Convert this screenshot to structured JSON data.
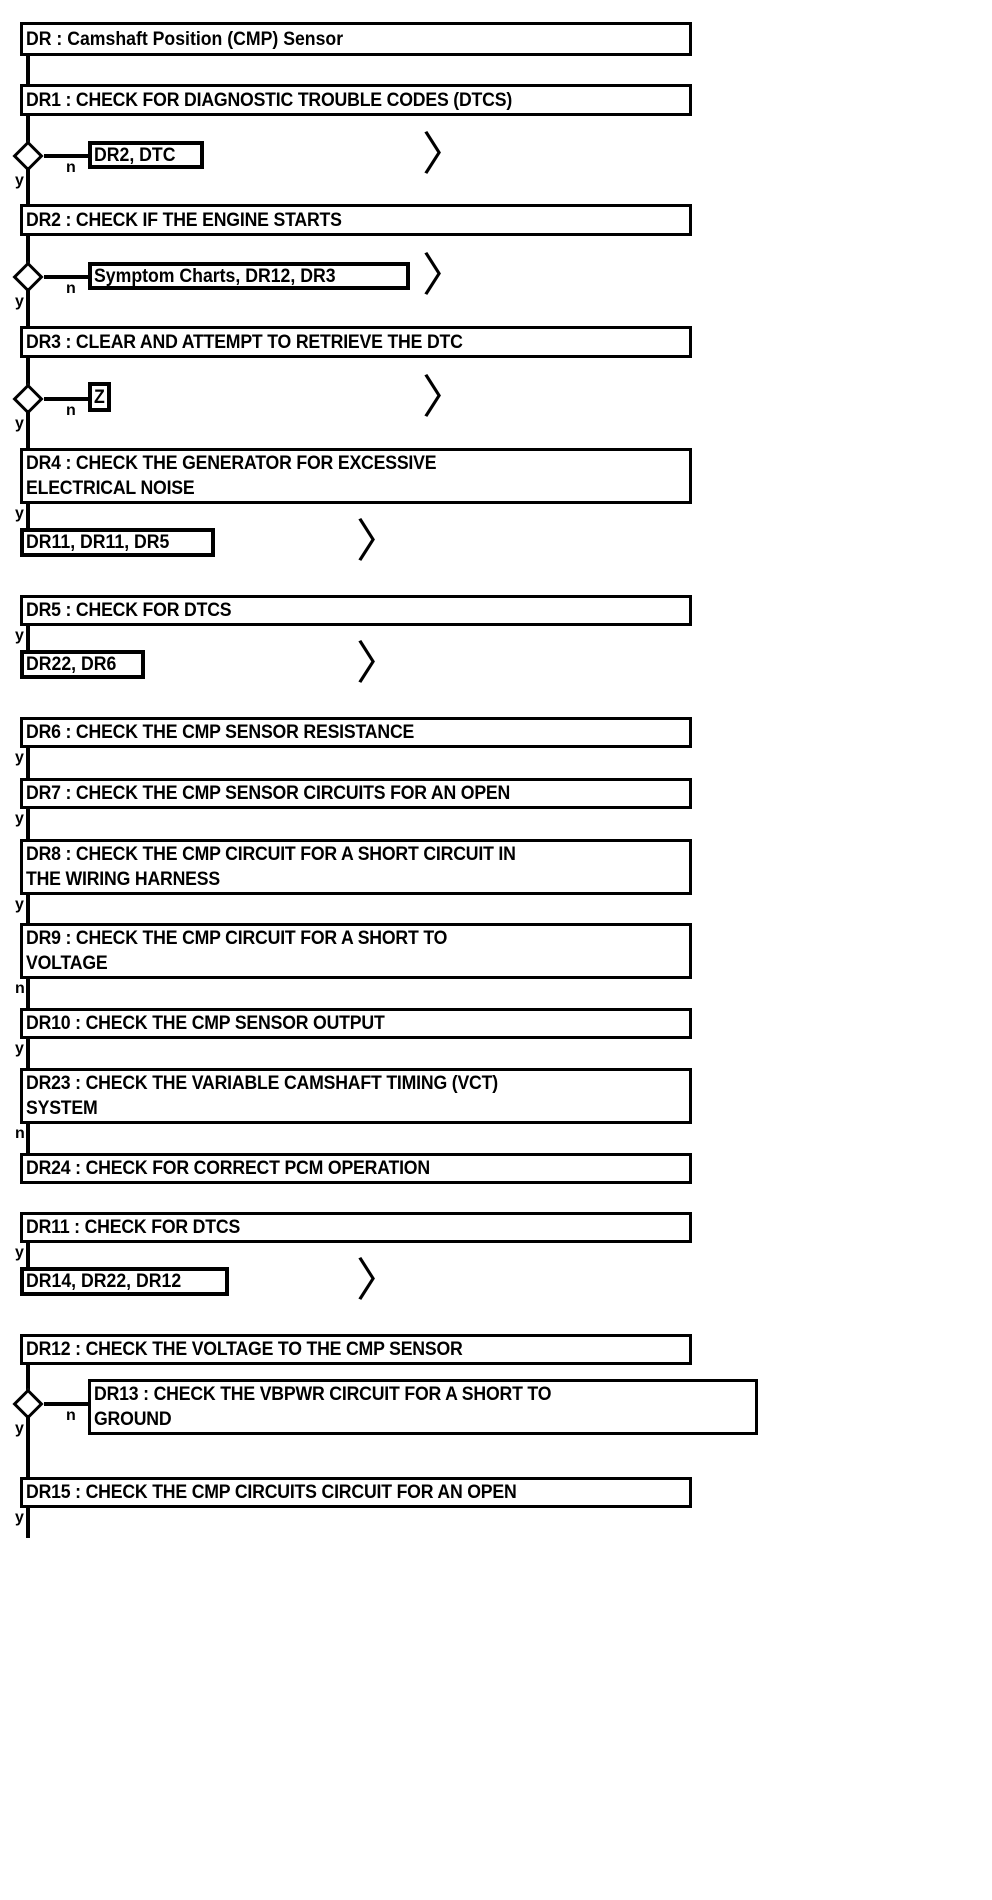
{
  "diagram": {
    "title": "DR : Camshaft Position (CMP) Sensor",
    "type": "flowchart",
    "colors": {
      "stroke": "#000000",
      "fill": "#ffffff",
      "text": "#000000"
    },
    "nodes": [
      {
        "id": "DR",
        "label": "DR : Camshaft Position (CMP) Sensor",
        "kind": "title"
      },
      {
        "id": "DR1",
        "label": "DR1 : CHECK FOR DIAGNOSTIC TROUBLE CODES (DTCS)",
        "kind": "step"
      },
      {
        "id": "DR2",
        "label": "DR2 : CHECK IF THE ENGINE STARTS",
        "kind": "step"
      },
      {
        "id": "DR3",
        "label": "DR3 : CLEAR AND ATTEMPT TO RETRIEVE THE DTC",
        "kind": "step"
      },
      {
        "id": "DR4",
        "label": "DR4 : CHECK THE GENERATOR FOR EXCESSIVE\nELECTRICAL NOISE",
        "kind": "step"
      },
      {
        "id": "DR5",
        "label": "DR5 : CHECK FOR DTCS",
        "kind": "step"
      },
      {
        "id": "DR6",
        "label": "DR6 : CHECK THE CMP SENSOR RESISTANCE",
        "kind": "step"
      },
      {
        "id": "DR7",
        "label": "DR7 : CHECK THE CMP SENSOR CIRCUITS FOR AN OPEN",
        "kind": "step"
      },
      {
        "id": "DR8",
        "label": "DR8 : CHECK THE CMP CIRCUIT FOR A SHORT CIRCUIT IN\nTHE WIRING HARNESS",
        "kind": "step"
      },
      {
        "id": "DR9",
        "label": "DR9 : CHECK THE CMP CIRCUIT FOR A SHORT TO\nVOLTAGE",
        "kind": "step"
      },
      {
        "id": "DR10",
        "label": "DR10 : CHECK THE CMP SENSOR OUTPUT",
        "kind": "step"
      },
      {
        "id": "DR23",
        "label": "DR23 : CHECK THE VARIABLE CAMSHAFT TIMING (VCT)\nSYSTEM",
        "kind": "step"
      },
      {
        "id": "DR24",
        "label": "DR24 : CHECK FOR CORRECT PCM OPERATION",
        "kind": "step"
      },
      {
        "id": "DR11",
        "label": "DR11 : CHECK FOR DTCS",
        "kind": "step"
      },
      {
        "id": "DR12",
        "label": "DR12 : CHECK THE VOLTAGE TO THE CMP SENSOR",
        "kind": "step"
      },
      {
        "id": "DR13",
        "label": "DR13 : CHECK THE VBPWR CIRCUIT FOR A SHORT TO\nGROUND",
        "kind": "step"
      },
      {
        "id": "DR15",
        "label": "DR15 : CHECK THE CMP CIRCUITS CIRCUIT FOR AN OPEN",
        "kind": "step"
      }
    ],
    "goto_refs": [
      {
        "id": "g1",
        "label": "DR2, DTC"
      },
      {
        "id": "g2",
        "label": "Symptom Charts, DR12, DR3"
      },
      {
        "id": "g3",
        "label": "Z"
      },
      {
        "id": "g4",
        "label": "DR11, DR11, DR5"
      },
      {
        "id": "g5",
        "label": "DR22, DR6"
      },
      {
        "id": "g6",
        "label": "DR14, DR22, DR12"
      }
    ],
    "edge_labels": {
      "yes": "y",
      "no": "n"
    },
    "edges": [
      {
        "from": "DR1",
        "branch": "n",
        "to": "g1"
      },
      {
        "from": "DR1",
        "branch": "y",
        "to": "DR2"
      },
      {
        "from": "DR2",
        "branch": "n",
        "to": "g2"
      },
      {
        "from": "DR2",
        "branch": "y",
        "to": "DR3"
      },
      {
        "from": "DR3",
        "branch": "n",
        "to": "g3"
      },
      {
        "from": "DR3",
        "branch": "y",
        "to": "DR4"
      },
      {
        "from": "DR4",
        "branch": "y",
        "to": "g4"
      },
      {
        "from": "DR5",
        "branch": "y",
        "to": "g5"
      },
      {
        "from": "DR6",
        "branch": "y",
        "to": "DR7"
      },
      {
        "from": "DR7",
        "branch": "y",
        "to": "DR8"
      },
      {
        "from": "DR8",
        "branch": "y",
        "to": "DR9"
      },
      {
        "from": "DR9",
        "branch": "n",
        "to": "DR10"
      },
      {
        "from": "DR10",
        "branch": "y",
        "to": "DR23"
      },
      {
        "from": "DR23",
        "branch": "n",
        "to": "DR24"
      },
      {
        "from": "DR11",
        "branch": "y",
        "to": "g6"
      },
      {
        "from": "DR12",
        "branch": "n",
        "to": "DR13"
      },
      {
        "from": "DR12",
        "branch": "y",
        "to": "DR15"
      },
      {
        "from": "DR15",
        "branch": "y",
        "to": null
      }
    ],
    "chevron_glyph": "〉"
  }
}
